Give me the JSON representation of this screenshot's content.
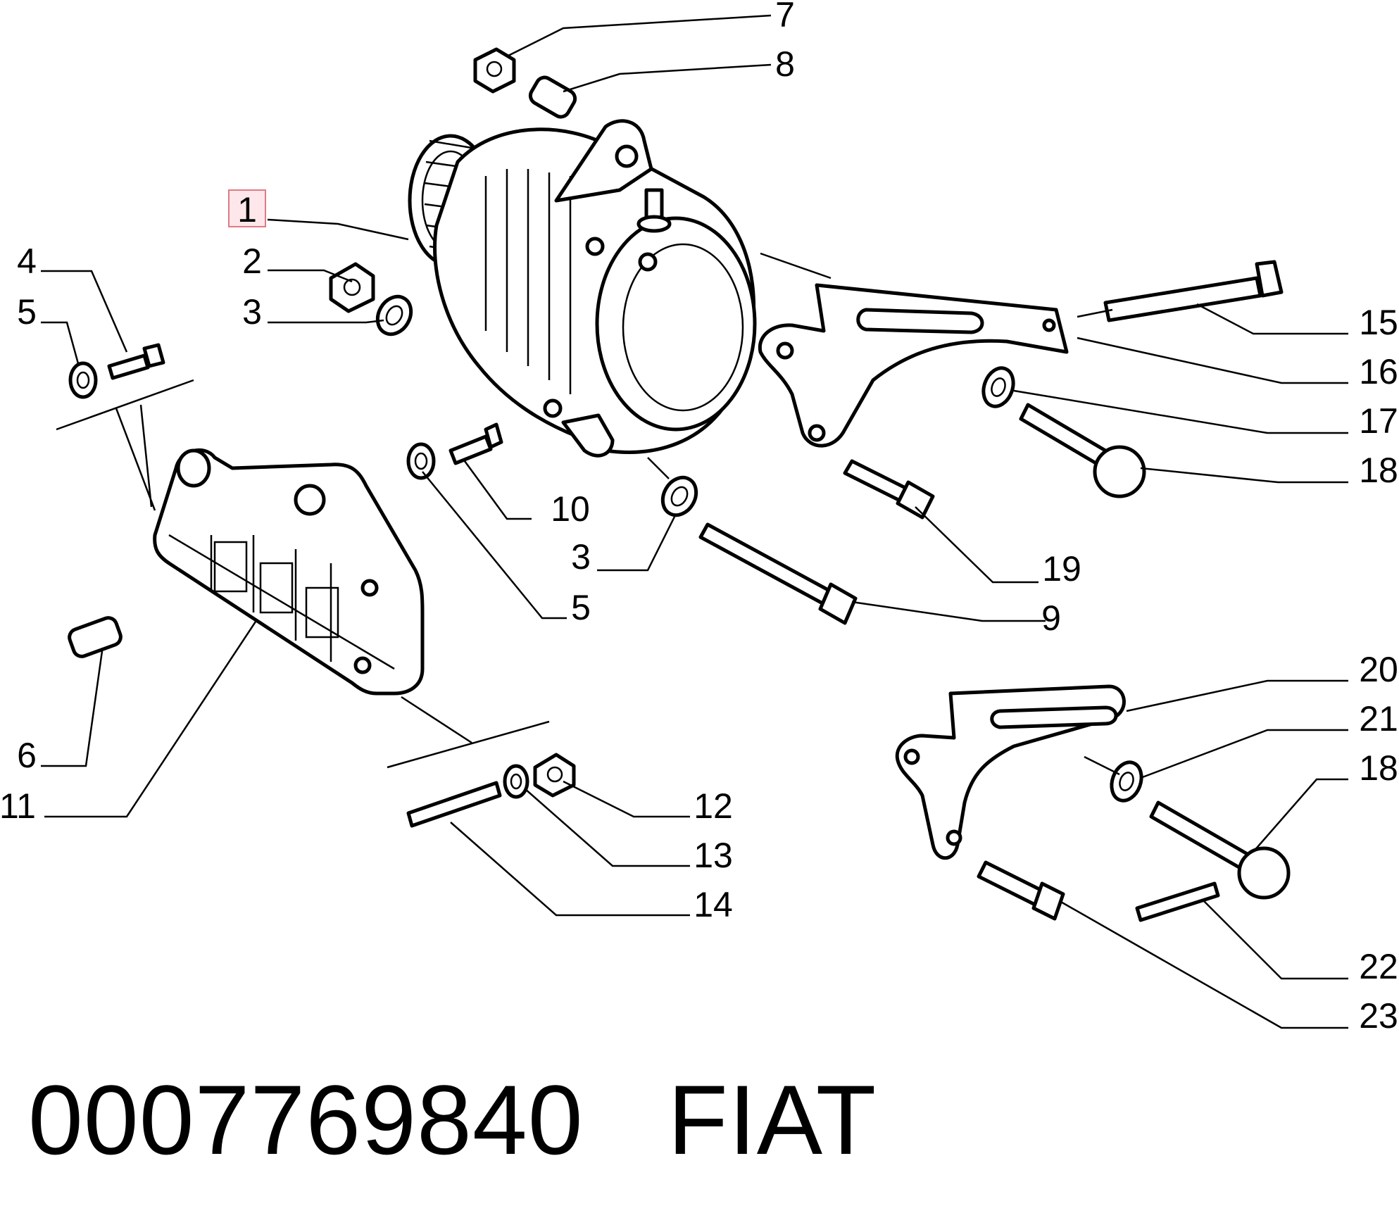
{
  "callouts": [
    {
      "id": "1",
      "label": "1",
      "highlighted": true
    },
    {
      "id": "2",
      "label": "2"
    },
    {
      "id": "3a",
      "label": "3"
    },
    {
      "id": "4",
      "label": "4"
    },
    {
      "id": "5a",
      "label": "5"
    },
    {
      "id": "6",
      "label": "6"
    },
    {
      "id": "7",
      "label": "7"
    },
    {
      "id": "8",
      "label": "8"
    },
    {
      "id": "9",
      "label": "9"
    },
    {
      "id": "10",
      "label": "10"
    },
    {
      "id": "11",
      "label": "11"
    },
    {
      "id": "12",
      "label": "12"
    },
    {
      "id": "13",
      "label": "13"
    },
    {
      "id": "14",
      "label": "14"
    },
    {
      "id": "15",
      "label": "15"
    },
    {
      "id": "16",
      "label": "16"
    },
    {
      "id": "17",
      "label": "17"
    },
    {
      "id": "18a",
      "label": "18"
    },
    {
      "id": "19",
      "label": "19"
    },
    {
      "id": "3b",
      "label": "3"
    },
    {
      "id": "5b",
      "label": "5"
    },
    {
      "id": "20",
      "label": "20"
    },
    {
      "id": "21",
      "label": "21"
    },
    {
      "id": "18b",
      "label": "18"
    },
    {
      "id": "22",
      "label": "22"
    },
    {
      "id": "23",
      "label": "23"
    }
  ],
  "footer": {
    "part_number": "0007769840",
    "brand": "FIAT"
  },
  "colors": {
    "highlight_fill": "#fde7ea",
    "highlight_stroke": "#e07a86",
    "line": "#000000"
  }
}
